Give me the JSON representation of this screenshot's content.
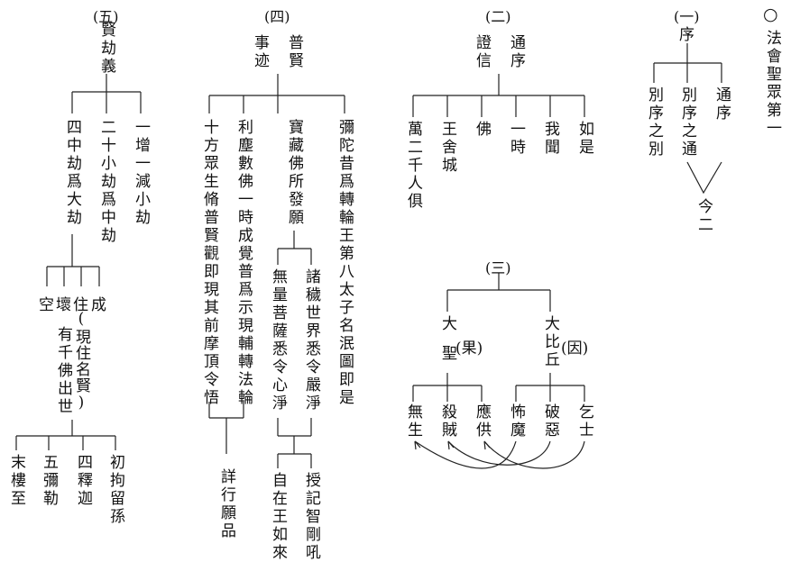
{
  "title_marker": "○",
  "title": "法會聖眾第一",
  "s1": {
    "header": "(一)",
    "root": "序",
    "tong": "通序",
    "bie": "別序之通",
    "biebie": "別序之別",
    "jin": "今二"
  },
  "s2": {
    "header": "(二)",
    "tong": "通序",
    "zheng": "證信",
    "items": [
      "如是",
      "我聞",
      "一時",
      "佛",
      "王舍城",
      "萬二千人俱"
    ]
  },
  "s3": {
    "header": "(三)",
    "left_top": "大聖",
    "left_tag": "(果)",
    "right_top": "大比丘",
    "right_tag": "(因)",
    "items": [
      "無生",
      "殺賊",
      "應供",
      "怖魔",
      "破惡",
      "乞士"
    ]
  },
  "s4": {
    "header": "(四)",
    "puxian": "普賢",
    "shiji": "事迹",
    "col1": "彌陀昔爲轉輪王第八太子名泯圖即是",
    "col2": "寶藏佛所發願",
    "col3": "利塵數佛一時成覺普爲示現輔轉法輪",
    "col4": "十方眾生脩普賢觀即現其前摩頂令悟",
    "sub1": "諸穢世界悉令嚴淨",
    "sub2": "無量菩薩悉令心淨",
    "bot1": "授記智剛吼",
    "bot2": "自在王如來",
    "bot3": "詳行願品"
  },
  "s5": {
    "header": "(五)",
    "root": "賢劫義",
    "c1": "一增一減小劫",
    "c2": "二十小劫爲中劫",
    "c3": "四中劫爲大劫",
    "cheng": "成",
    "zhu": "住",
    "huai": "壞",
    "kong": "空",
    "zhu_note": "(現住名賢)",
    "qianfo": "有千佛出世",
    "b1": "初拘留孫",
    "b2": "四釋迦",
    "b3": "五彌勒",
    "b4": "末樓至"
  }
}
